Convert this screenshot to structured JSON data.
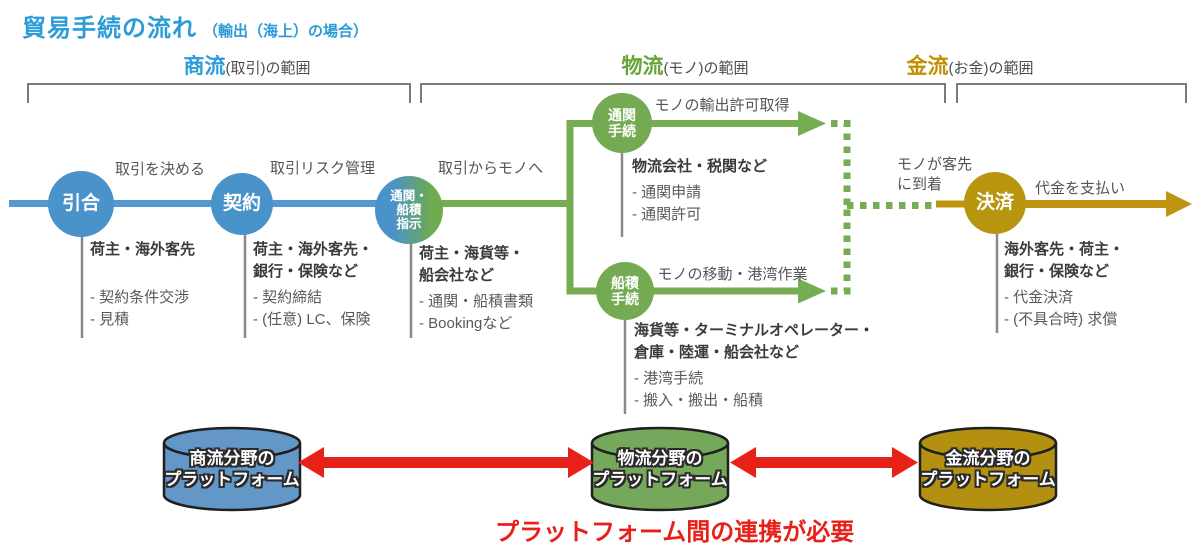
{
  "title": {
    "main": "貿易手続の流れ",
    "sub": "（輸出（海上）の場合）"
  },
  "sections": {
    "trade": {
      "strong": "商流",
      "rest": "(取引)の範囲"
    },
    "logistics": {
      "strong": "物流",
      "rest": "(モノ)の範囲"
    },
    "money": {
      "strong": "金流",
      "rest": "(お金)の範囲"
    }
  },
  "colors": {
    "blue": "#4a92ca",
    "green": "#74ab52",
    "gold": "#bf9410",
    "red": "#e8201a",
    "title_blue": "#2b9cd8",
    "connector_gray": "#8a8a8a"
  },
  "nodes": {
    "inquiry": {
      "label": "引合"
    },
    "contract": {
      "label": "契約"
    },
    "instruction": {
      "line1": "通関・",
      "line2": "船積",
      "line3": "指示"
    },
    "customs": {
      "line1": "通関",
      "line2": "手続"
    },
    "shipping": {
      "line1": "船積",
      "line2": "手続"
    },
    "settlement": {
      "label": "決済"
    }
  },
  "edge_labels": {
    "decide": "取引を決める",
    "risk": "取引リスク管理",
    "to_goods": "取引からモノへ",
    "export_permit": "モノの輸出許可取得",
    "movement": "モノの移動・港湾作業",
    "arrival_line1": "モノが客先",
    "arrival_line2": "に到着",
    "payment": "代金を支払い"
  },
  "details": {
    "inquiry": {
      "header1": "荷主・海外客先",
      "item1": "- 契約条件交渉",
      "item2": "- 見積"
    },
    "contract": {
      "header1": "荷主・海外客先・",
      "header2": "銀行・保険など",
      "item1": "- 契約締結",
      "item2": "- (任意) LC、保険"
    },
    "instruction": {
      "header1": "荷主・海貨等・",
      "header2": "船会社など",
      "item1": "- 通関・船積書類",
      "item2": "- Bookingなど"
    },
    "customs": {
      "header1": "物流会社・税関など",
      "item1": "- 通関申請",
      "item2": "- 通関許可"
    },
    "shipping": {
      "header1": "海貨等・ターミナルオペレーター・",
      "header2": "倉庫・陸運・船会社など",
      "item1": "- 港湾手続",
      "item2": "- 搬入・搬出・船積"
    },
    "settlement": {
      "header1": "海外客先・荷主・",
      "header2": "銀行・保険など",
      "item1": "- 代金決済",
      "item2": "- (不具合時) 求償"
    }
  },
  "platforms": {
    "trade": {
      "line1": "商流分野の",
      "line2": "プラットフォーム"
    },
    "logistics": {
      "line1": "物流分野の",
      "line2": "プラットフォーム"
    },
    "money": {
      "line1": "金流分野の",
      "line2": "プラットフォーム"
    }
  },
  "footnote": "プラットフォーム間の連携が必要"
}
